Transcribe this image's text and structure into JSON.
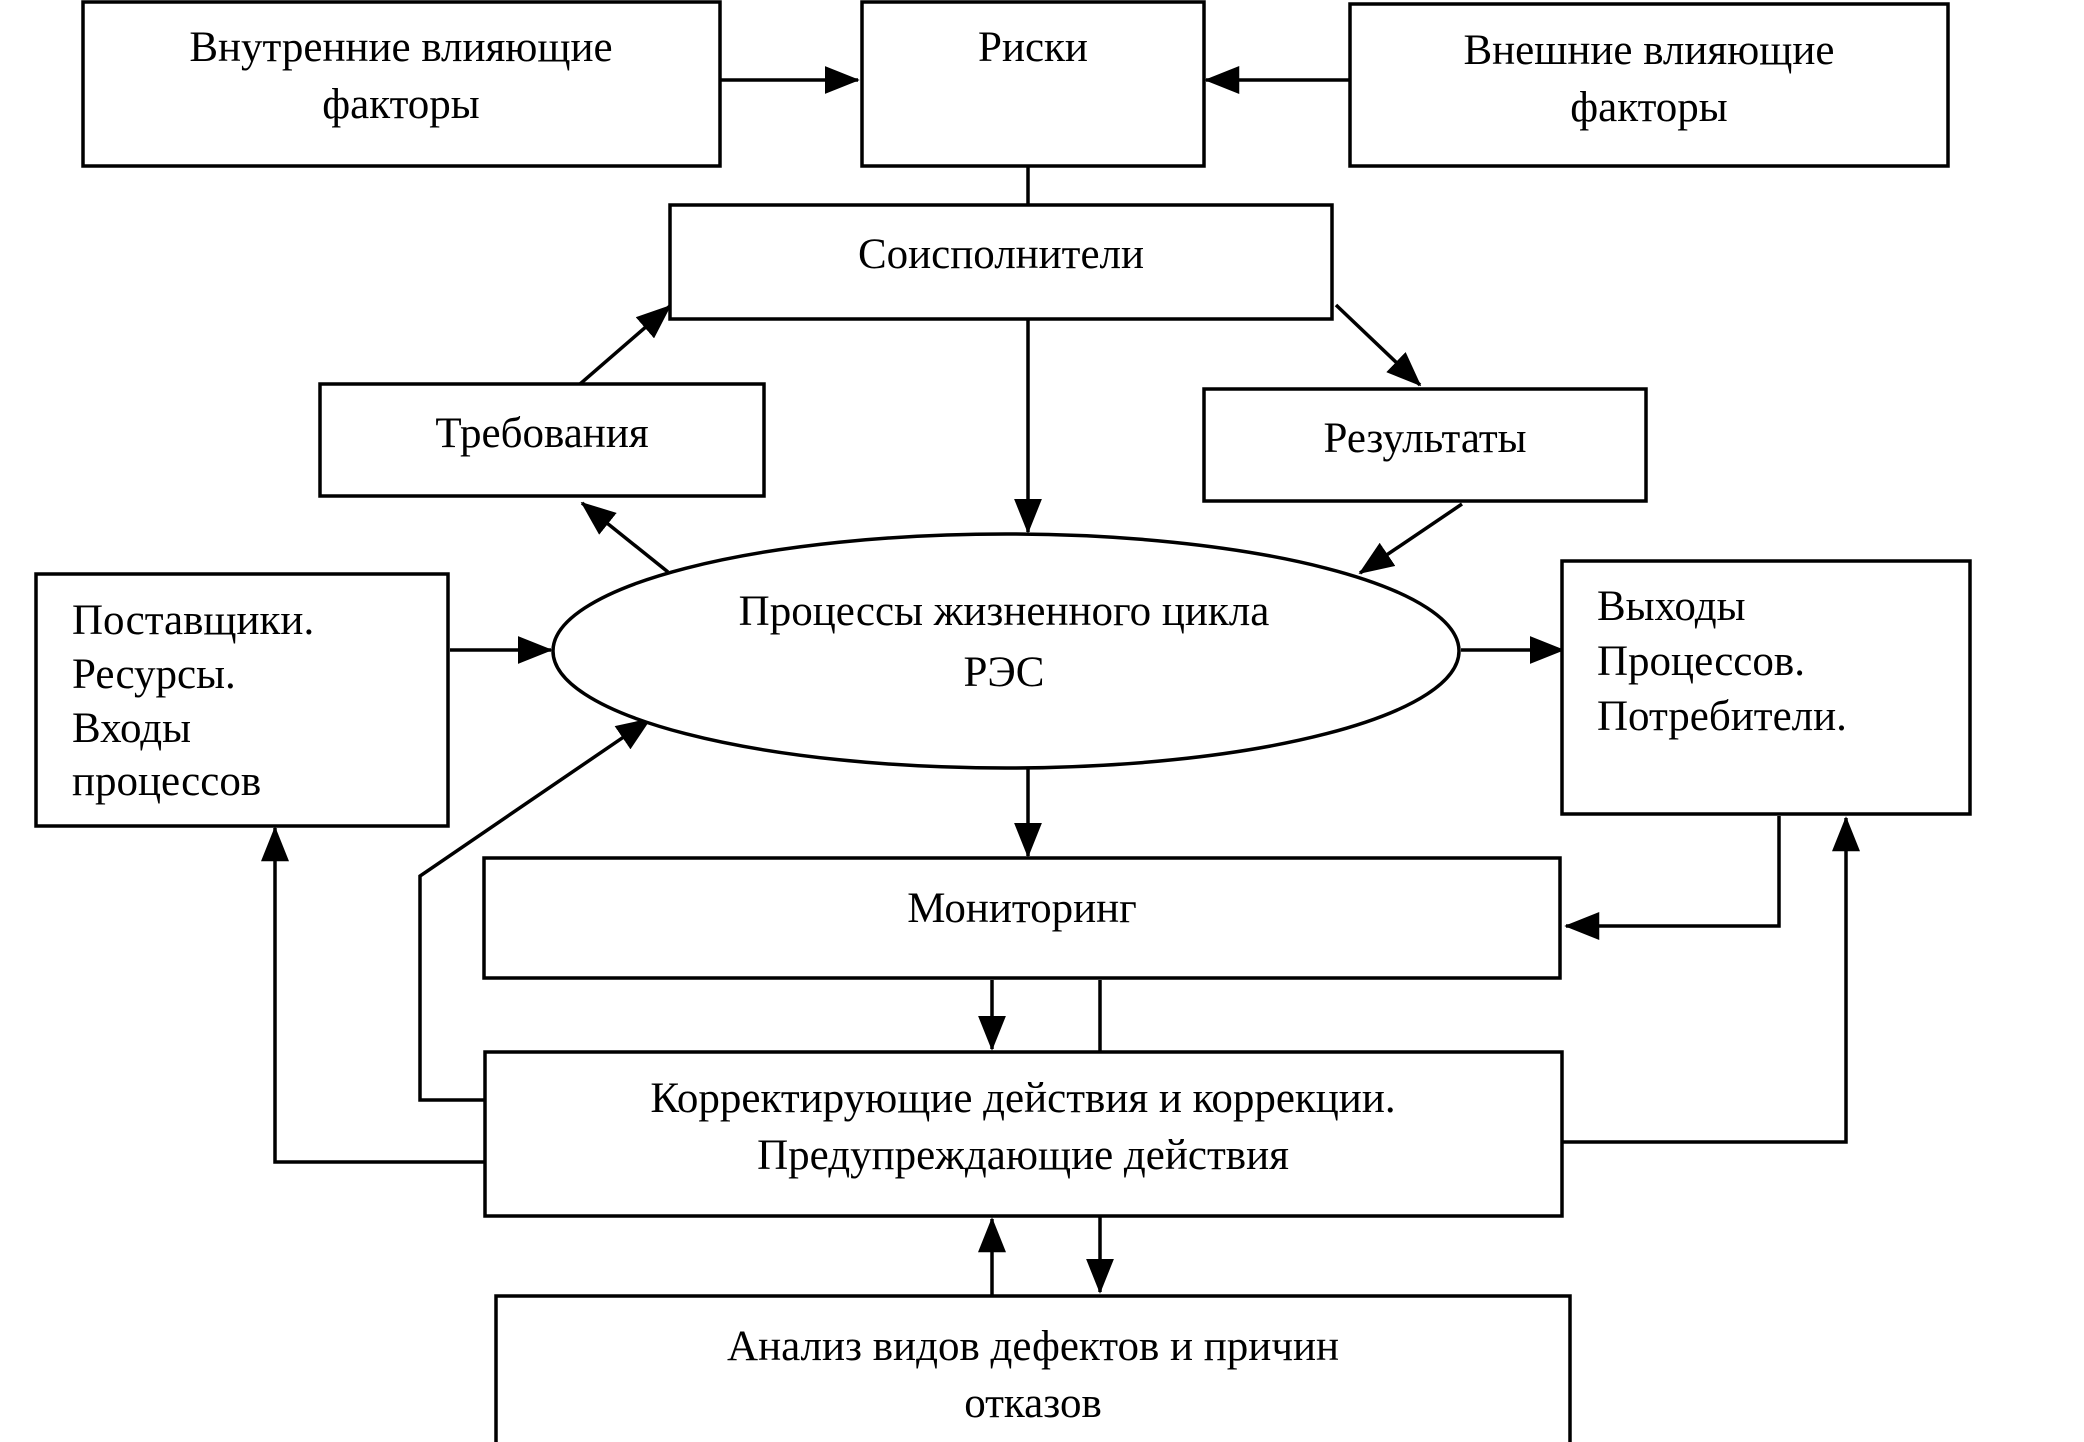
{
  "nodes": {
    "internal_factors": [
      "Внутренние влияющие",
      "факторы"
    ],
    "risks": [
      "Риски"
    ],
    "external_factors": [
      "Внешние влияющие",
      "факторы"
    ],
    "coexecutors": [
      "Соисполнители"
    ],
    "requirements": [
      "Требования"
    ],
    "results": [
      "Результаты"
    ],
    "suppliers": [
      "Поставщики.",
      "Ресурсы.",
      "Входы",
      "процессов"
    ],
    "lifecycle": [
      "Процессы жизненного цикла",
      "РЭС"
    ],
    "outputs": [
      "Выходы",
      "Процессов.",
      "Потребители."
    ],
    "monitoring": [
      "Мониторинг"
    ],
    "corrective": [
      "Корректирующие действия и коррекции.",
      "Предупреждающие действия"
    ],
    "analysis": [
      "Анализ видов дефектов и причин",
      "отказов"
    ]
  }
}
